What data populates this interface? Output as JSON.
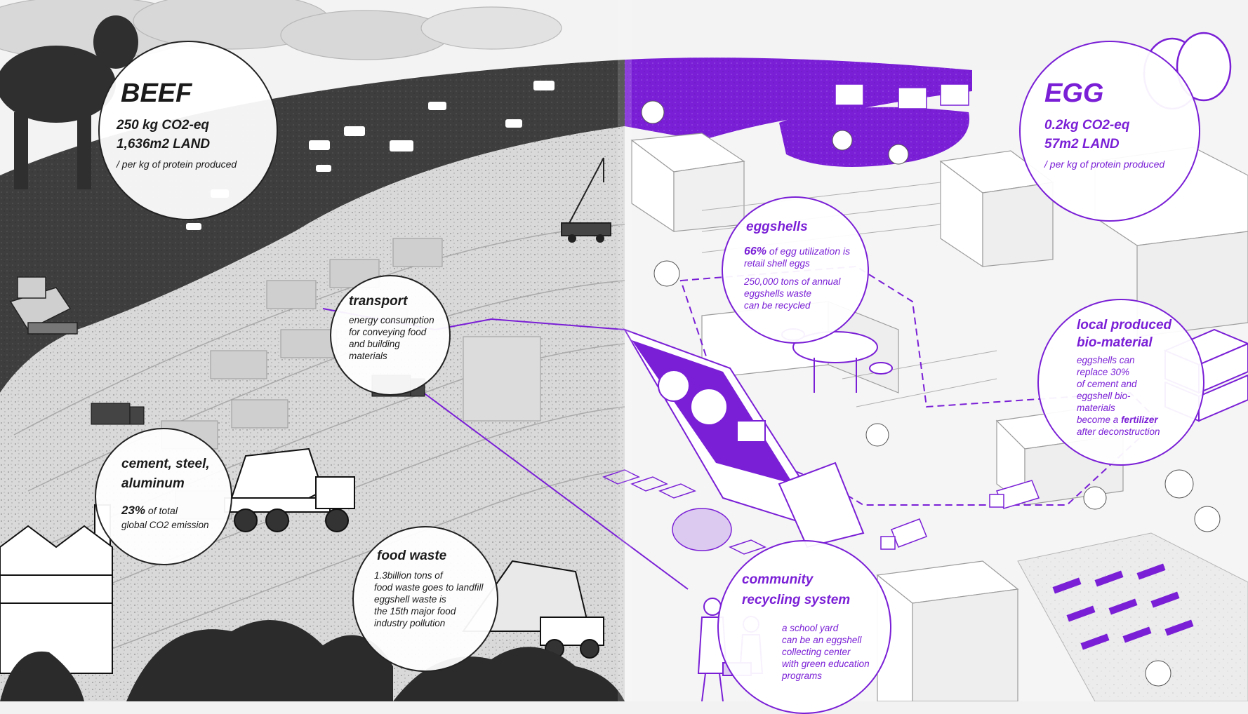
{
  "colors": {
    "purple": "#7a1fd6",
    "dark": "#3a3a3a",
    "ink": "#1a1a1a"
  },
  "beef": {
    "title": "BEEF",
    "co2": "250 kg CO2-eq",
    "land": "1,636m2 LAND",
    "note": "/ per kg of protein produced"
  },
  "egg": {
    "title": "EGG",
    "co2": "0.2kg CO2-eq",
    "land": "57m2 LAND",
    "note": "/ per kg of protein produced"
  },
  "transport": {
    "title": "transport",
    "lines": [
      "energy consumption",
      "for conveying food",
      "and building",
      "materials"
    ]
  },
  "cement": {
    "title_lines": [
      "cement, steel,",
      "aluminum"
    ],
    "pct": "23%",
    "pct_text": "of total",
    "line2": "global CO2 emission"
  },
  "foodwaste": {
    "title": "food waste",
    "lines": [
      "1.3billion tons of",
      "food waste goes to landfill",
      "eggshell waste is",
      "the 15th major food",
      "industry pollution"
    ]
  },
  "eggshells": {
    "title": "eggshells",
    "pct": "66%",
    "pct_text": "of egg utilization is",
    "line2": "retail shell eggs",
    "lines": [
      "250,000 tons of annual",
      "eggshells waste",
      "can be recycled"
    ]
  },
  "biomaterial": {
    "title_lines": [
      "local produced",
      "bio-material"
    ],
    "lines": [
      "eggshells can",
      "replace 30%",
      "of cement and",
      "eggshell bio-",
      "materials"
    ],
    "fert_pre": "become a",
    "fert_word": "fertilizer",
    "fert_post": "after deconstruction"
  },
  "community": {
    "title_lines": [
      "community",
      "recycling system"
    ],
    "lines": [
      "a school yard",
      "can be an eggshell",
      "collecting center",
      "with green education",
      "programs"
    ]
  },
  "icons": {
    "cow": "cow-icon",
    "egg": "egg-icon",
    "mixer": "cement-mixer-truck-icon",
    "factory": "factory-icon",
    "dump": "dump-truck-icon",
    "brick": "eggshell-brick-icon",
    "people": "people-carrying-basket-icon"
  }
}
